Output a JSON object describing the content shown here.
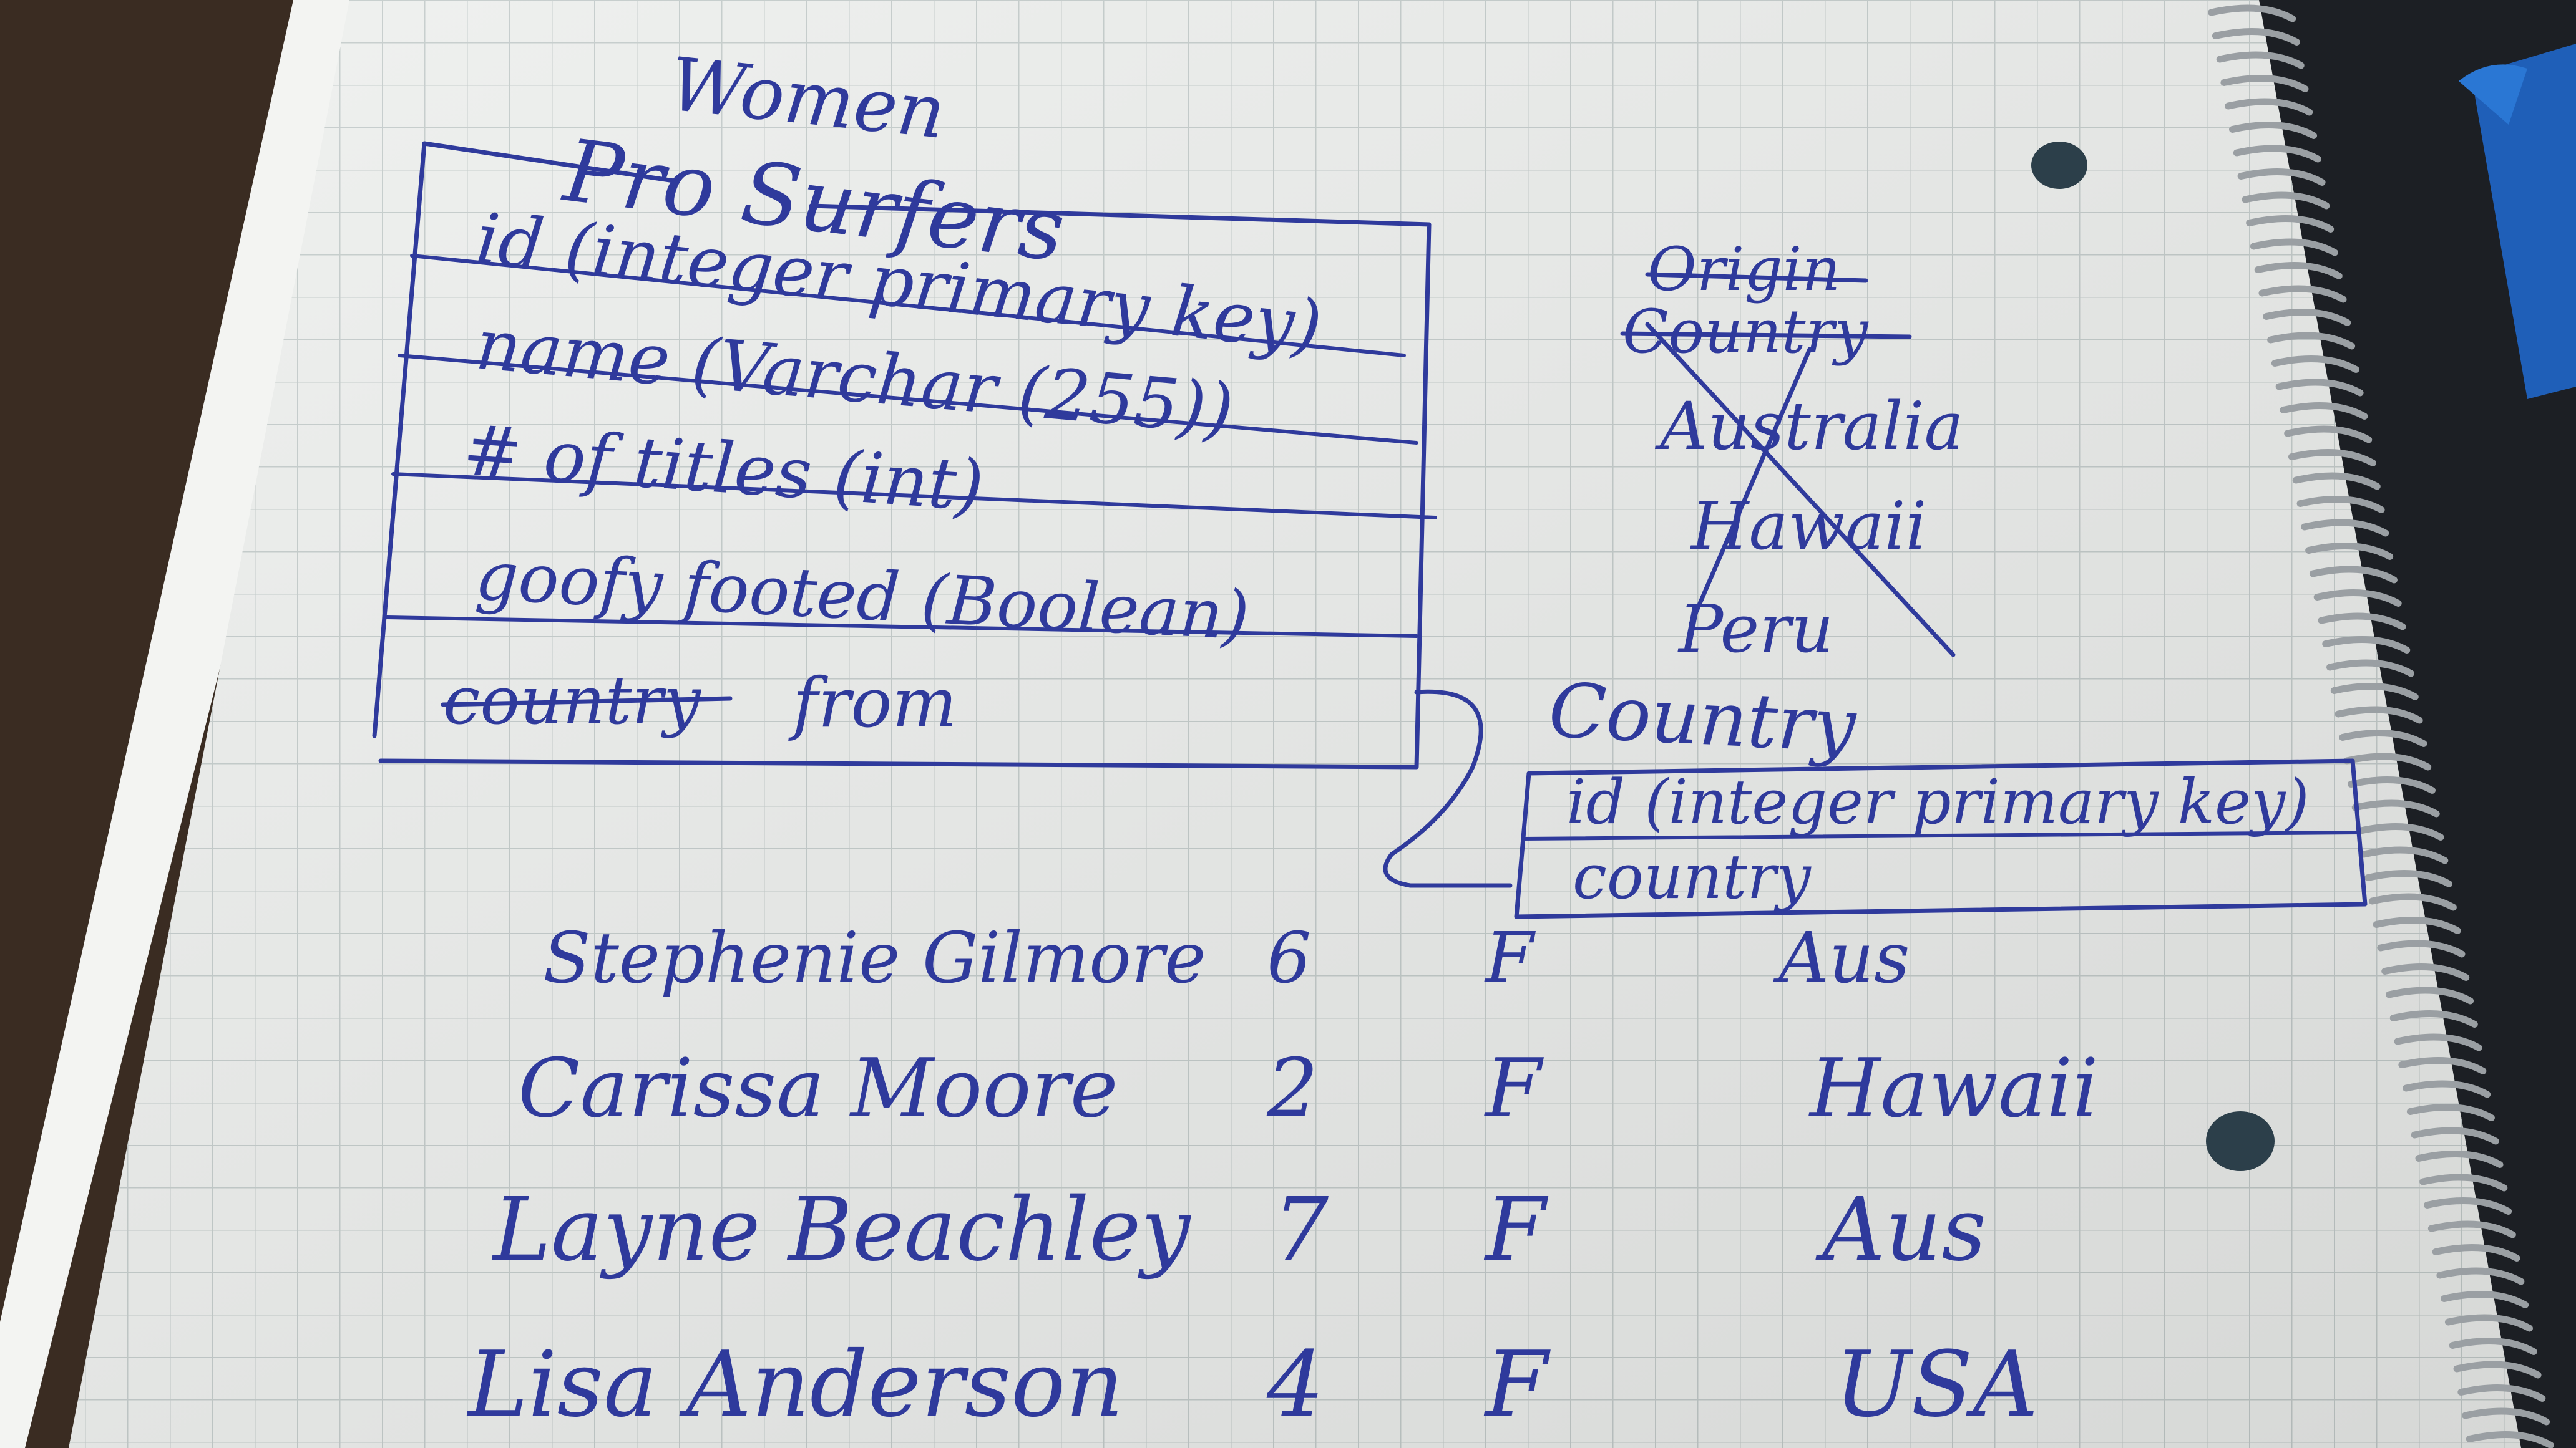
{
  "heading": {
    "line1": "Women",
    "line2": "Pro Surfers"
  },
  "surfers_table": {
    "fields": [
      "id (integer primary key)",
      "name (Varchar (255))",
      "# of titles (int)",
      "goofy footed (Boolean)"
    ],
    "struck_word": "country",
    "last_field_suffix": "from"
  },
  "crossed_out_list": {
    "items": [
      "Origin",
      "Country",
      "Australia",
      "Hawaii",
      "Peru"
    ]
  },
  "country_table": {
    "title": "Country",
    "fields": [
      "id (integer primary key)",
      "country"
    ]
  },
  "surfer_rows": [
    {
      "name": "Stephenie Gilmore",
      "titles": "6",
      "goofy": "F",
      "country": "Aus"
    },
    {
      "name": "Carissa Moore",
      "titles": "2",
      "goofy": "F",
      "country": "Hawaii"
    },
    {
      "name": "Layne Beachley",
      "titles": "7",
      "goofy": "F",
      "country": "Aus"
    },
    {
      "name": "Lisa Anderson",
      "titles": "4",
      "goofy": "F",
      "country": "USA"
    }
  ],
  "colors": {
    "ink": "#2f3a9c",
    "paper": "#eef0ee",
    "grid": "#c4cccb",
    "desk": "#3a2c22",
    "pen": "#1f5fb8"
  }
}
